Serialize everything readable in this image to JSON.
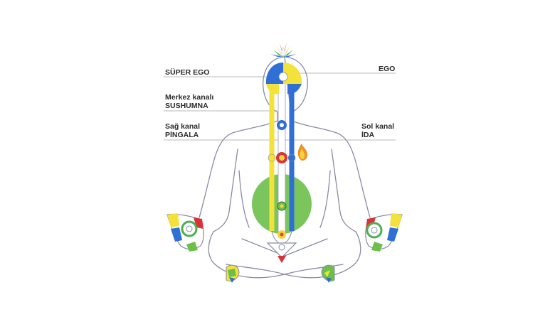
{
  "labels": {
    "super_ego": "SÜPER EGO",
    "ego": "EGO",
    "central_channel_line1": "Merkez kanalı",
    "central_channel_line2": "SUSHUMNA",
    "right_channel_line1": "Sağ kanal",
    "right_channel_line2": "PİNGALA",
    "left_channel_line1": "Sol kanal",
    "left_channel_line2": "İDA"
  },
  "colors": {
    "body_outline": "#8a8aa8",
    "channel_yellow": "#f2e23a",
    "channel_blue": "#2f6fd6",
    "channel_white": "#ffffff",
    "void_green": "#6cc04a",
    "heart_red": "#d8323a",
    "flame_orange": "#f0902a",
    "lotus_red": "#e0463a",
    "lotus_green": "#4caf50",
    "lotus_yellow": "#f6d23a",
    "lotus_blue": "#3a7be0",
    "kundalini_white": "#f4f4f4",
    "pointer_line": "#b0b0b0"
  },
  "icons": [
    "thousand-petal-lotus-icon",
    "chakra-flower-icon",
    "flame-icon",
    "triangle-kundalini-icon"
  ]
}
